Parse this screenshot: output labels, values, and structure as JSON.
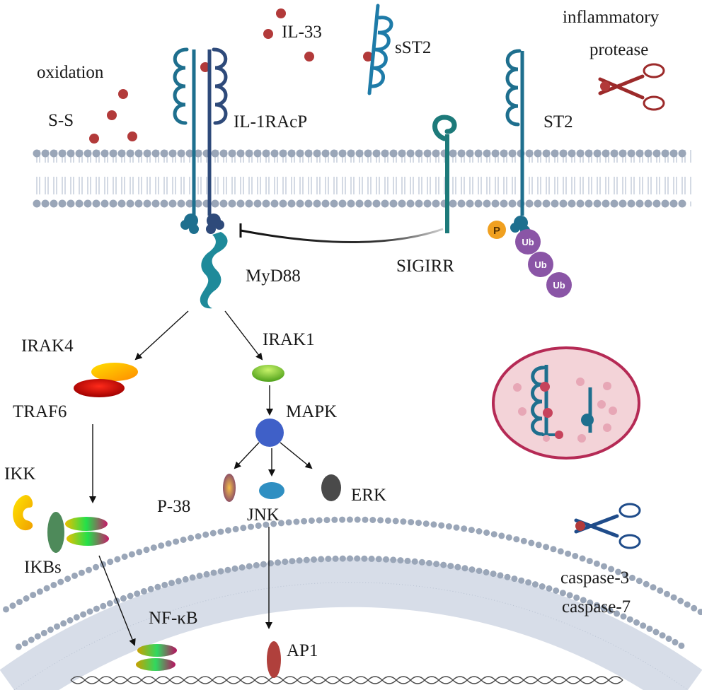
{
  "labels": {
    "oxidation": "oxidation",
    "ss": "S-S",
    "il33": "IL-33",
    "sst2": "sST2",
    "inflammatory": "inflammatory",
    "protease": "protease",
    "il1racp": "IL-1RAcP",
    "st2": "ST2",
    "myd88": "MyD88",
    "sigirr": "SIGIRR",
    "irak4": "IRAK4",
    "irak1": "IRAK1",
    "traf6": "TRAF6",
    "mapk": "MAPK",
    "ikk": "IKK",
    "p38": "P-38",
    "jnk": "JNK",
    "erk": "ERK",
    "ikbs": "IKBs",
    "nfkb": "NF-κB",
    "ap1": "AP1",
    "caspase3": "caspase-3",
    "caspase7": "caspase-7"
  },
  "badges": {
    "phospho": "P",
    "ubiquitin": "Ub"
  },
  "colors": {
    "membrane_head": "#9aa6b8",
    "receptor_dark": "#2e4a7a",
    "receptor_teal": "#1e6f8e",
    "il33_dot": "#b23a3a",
    "sigirr": "#1d7a7a",
    "ubiquitin": "#8a55a6",
    "phosphate": "#f0a020",
    "mapk_blue": "#3f60c8",
    "erk_dark": "#4a4a4a",
    "jnk_blue": "#2f8fc2",
    "ikbs_green": "#4e8a5a",
    "ap1_red": "#b0403c",
    "cell_fill": "#f3d3d8",
    "cell_border": "#b52a55",
    "scissors_red": "#9c2a2a",
    "scissors_blue": "#1f4c8a"
  }
}
